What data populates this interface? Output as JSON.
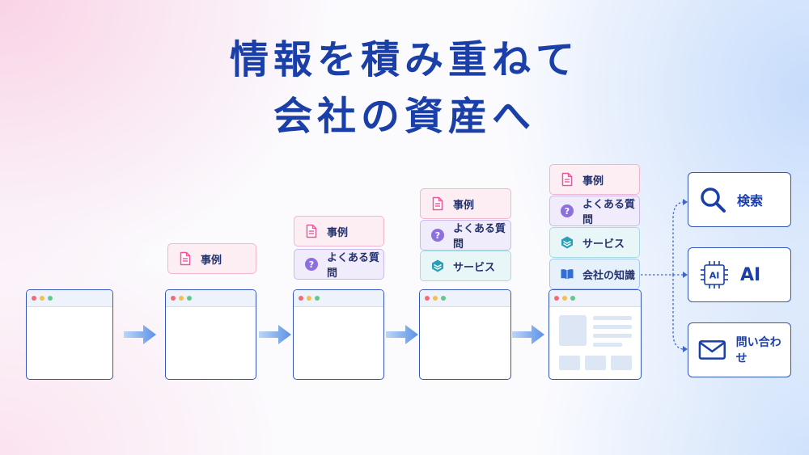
{
  "title": {
    "line1": "情報を積み重ねて",
    "line2": "会社の資産へ"
  },
  "cards": {
    "case": "事例",
    "faq": "よくある質問",
    "service": "サービス",
    "knowledge": "会社の知識"
  },
  "outputs": {
    "search": "検索",
    "ai": "AI",
    "ai_chip": "AI",
    "contact": "問い合わせ"
  },
  "icons": {
    "case": "document-icon",
    "faq": "question-icon",
    "service": "layers-icon",
    "knowledge": "book-icon",
    "search": "magnifier-icon",
    "ai": "ai-chip-icon",
    "contact": "envelope-icon"
  },
  "colors": {
    "brand": "#1b3fa8",
    "case": "#e8579a",
    "faq": "#8d6fe0",
    "service": "#2a9fb8",
    "knowledge": "#2f6fd6"
  }
}
